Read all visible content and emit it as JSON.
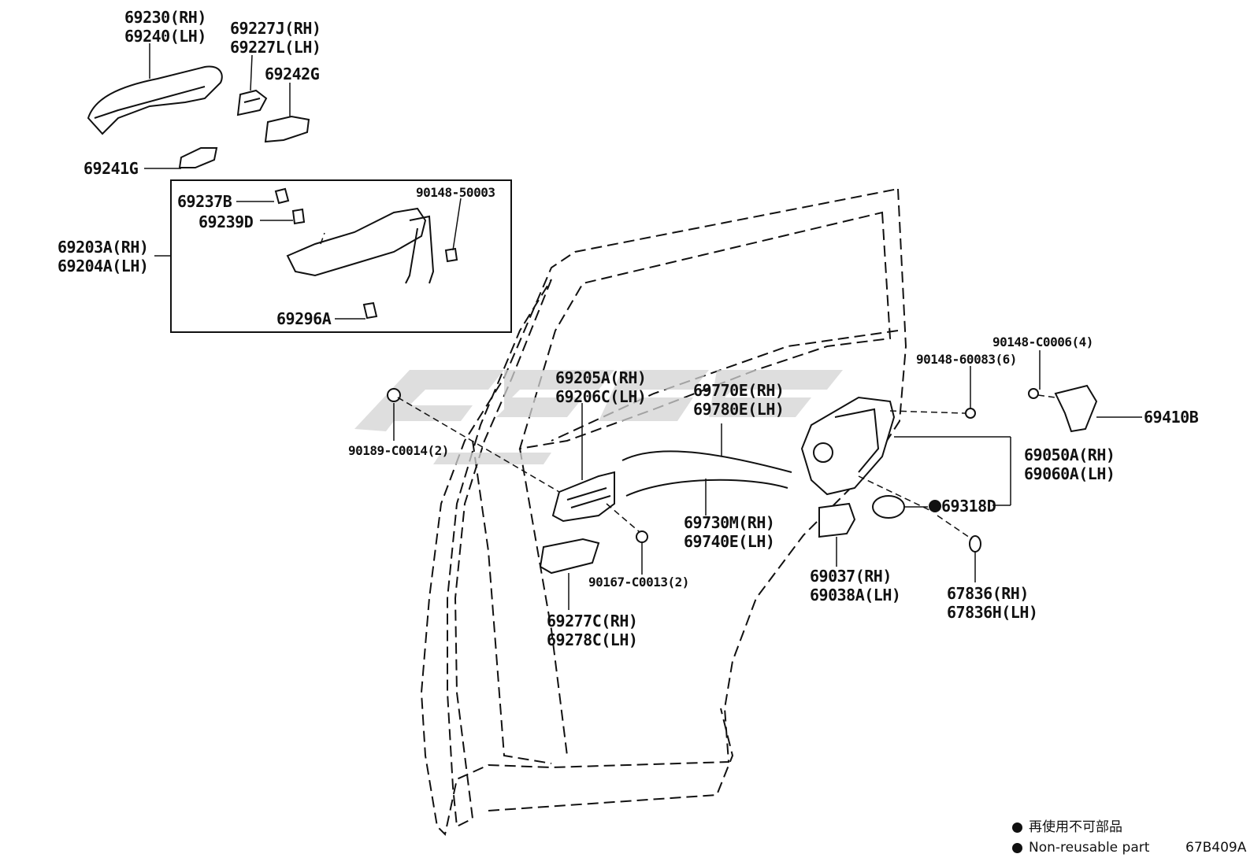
{
  "diagram": {
    "labels": {
      "p69230": [
        "69230(RH)",
        "69240(LH)"
      ],
      "p69227": [
        "69227J(RH)",
        "69227L(LH)"
      ],
      "p69242G": "69242G",
      "p69241G": "69241G",
      "p69237B": "69237B",
      "p69239D": "69239D",
      "p90148_50003": "90148-50003",
      "p69203": [
        "69203A(RH)",
        "69204A(LH)"
      ],
      "p69296A": "69296A",
      "p69205": [
        "69205A(RH)",
        "69206C(LH)"
      ],
      "p69770": [
        "69770E(RH)",
        "69780E(LH)"
      ],
      "p90148_60083": "90148-60083(6)",
      "p90148_C0006": "90148-C0006(4)",
      "p69410B": "69410B",
      "p90189": "90189-C0014(2)",
      "p69050": [
        "69050A(RH)",
        "69060A(LH)"
      ],
      "p69318D": "69318D",
      "p69730": [
        "69730M(RH)",
        "69740E(LH)"
      ],
      "p90167": "90167-C0013(2)",
      "p69037": [
        "69037(RH)",
        "69038A(LH)"
      ],
      "p67836": [
        "67836(RH)",
        "67836H(LH)"
      ],
      "p69277": [
        "69277C(RH)",
        "69278C(LH)"
      ]
    },
    "legend": {
      "line1": "再使用不可部品",
      "line2": "Non-reusable part"
    },
    "figure_code": "67B409A"
  }
}
